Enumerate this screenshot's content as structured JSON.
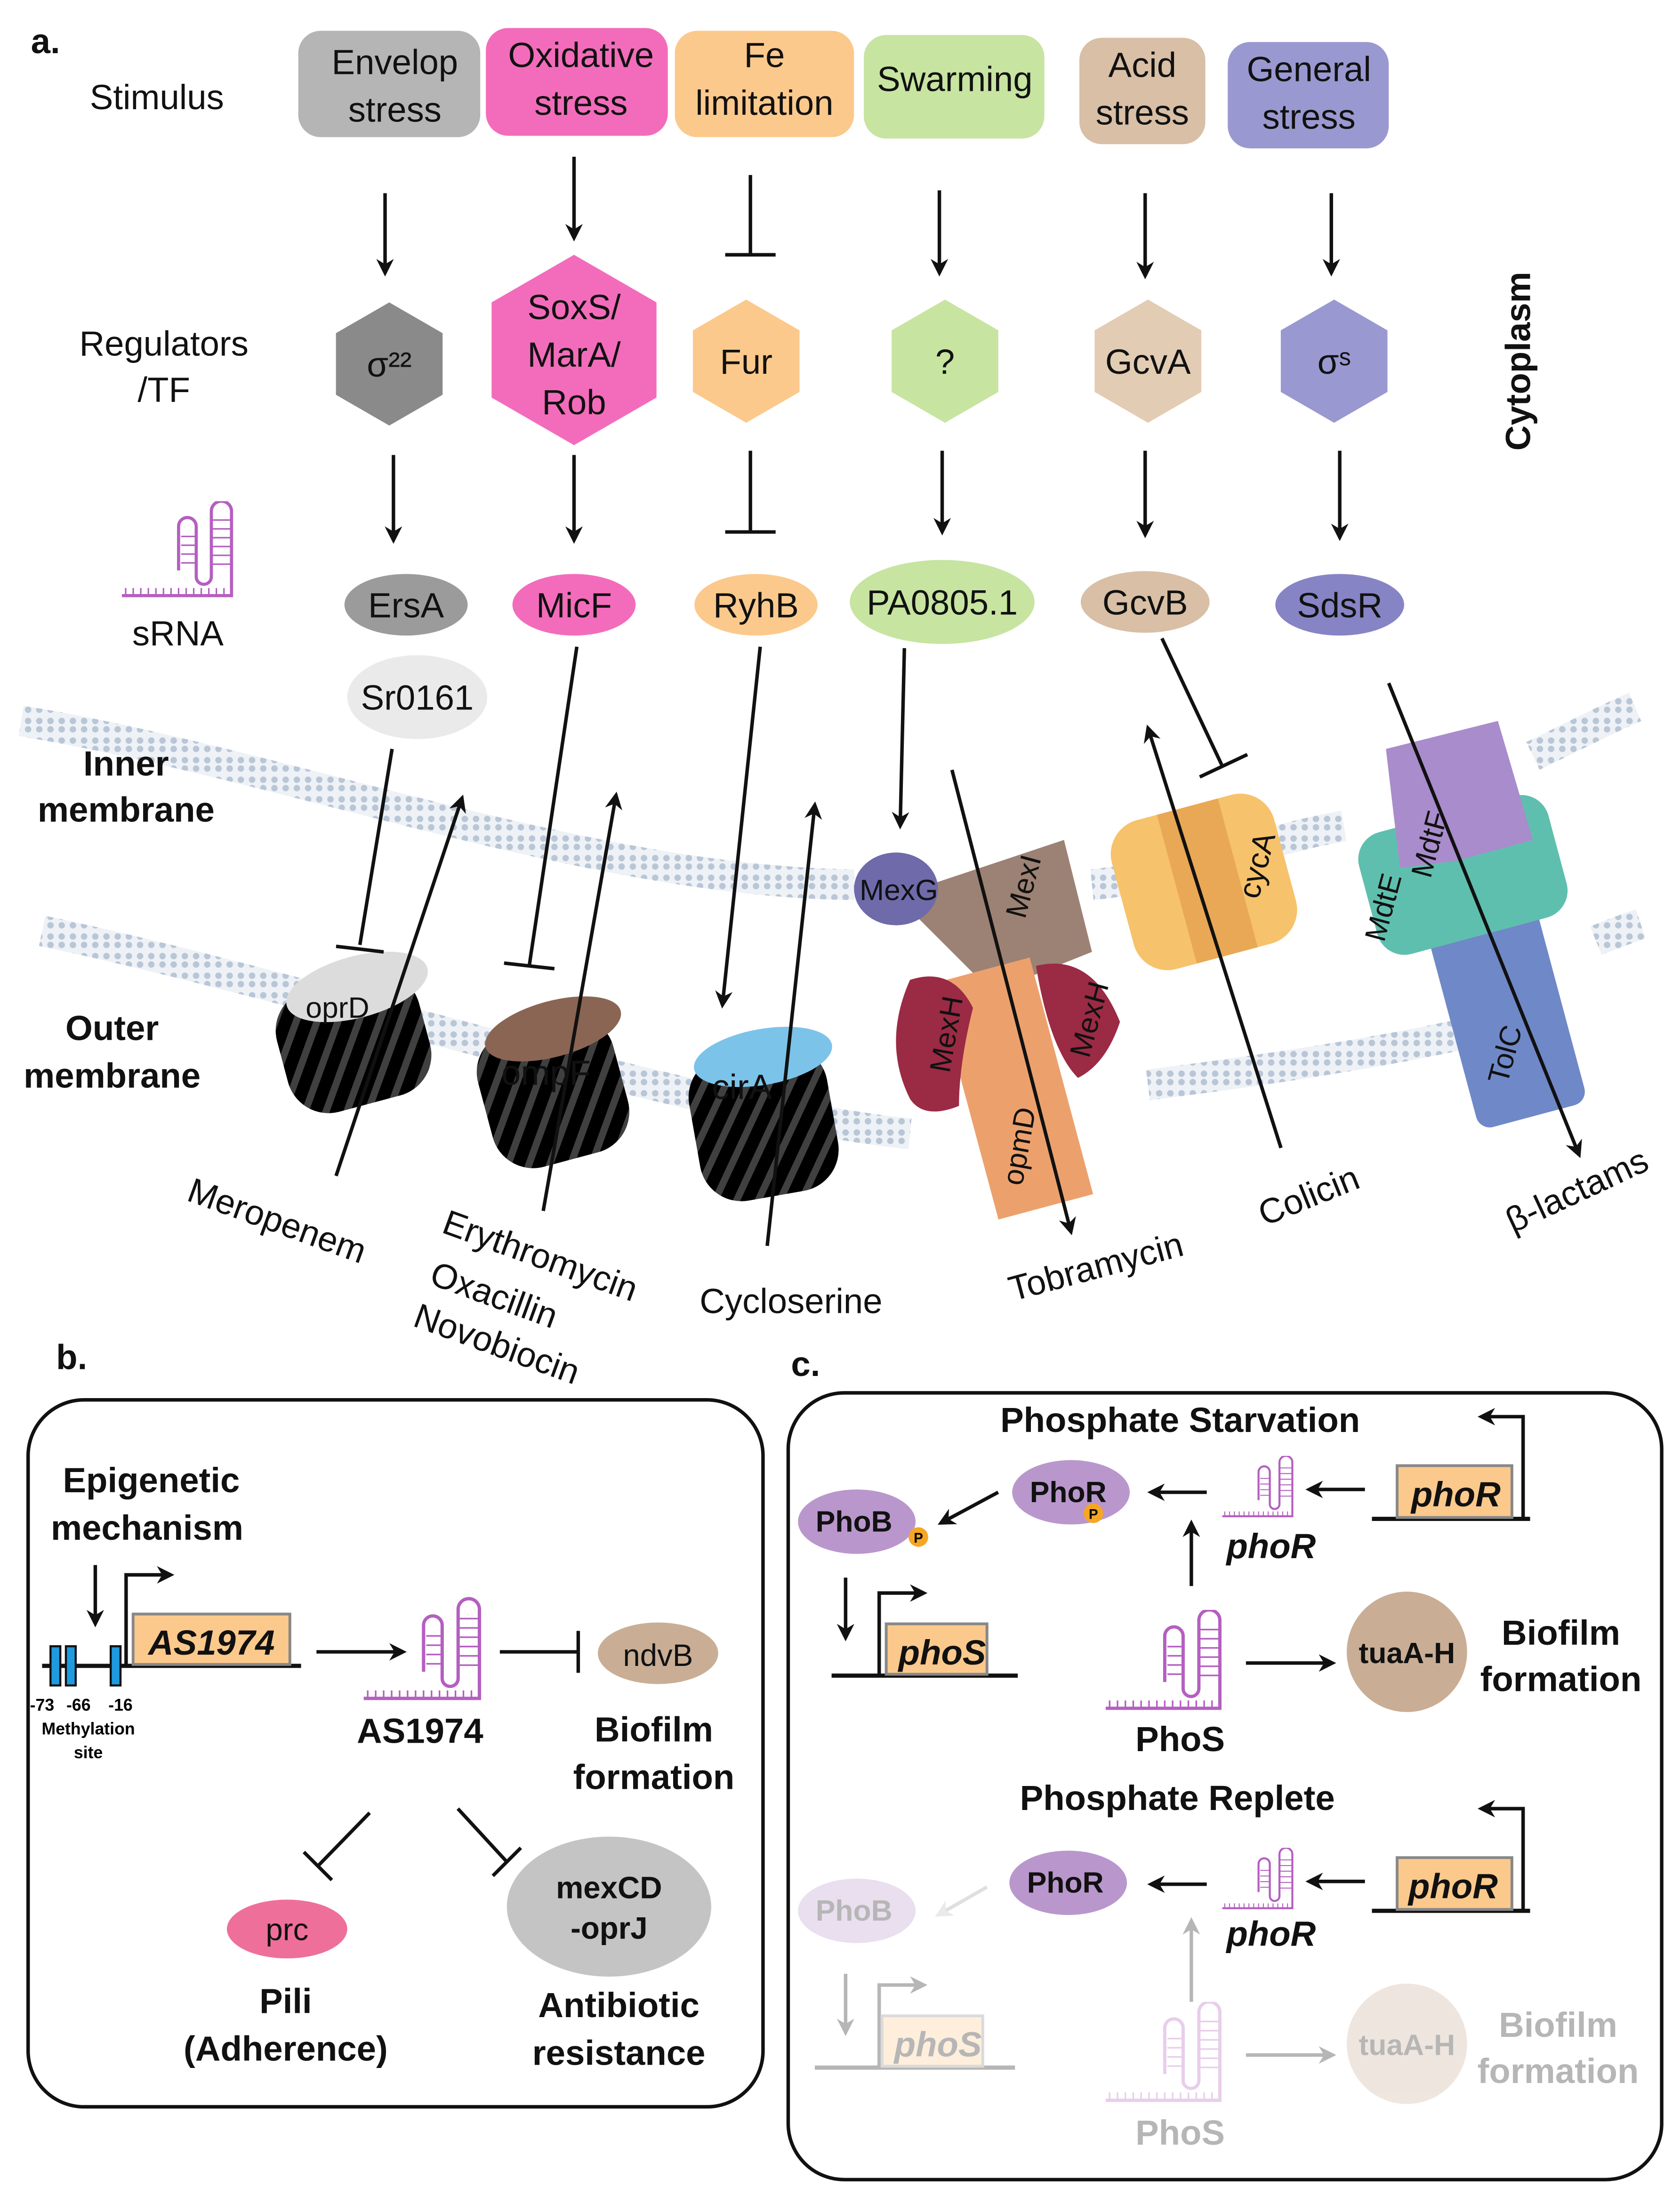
{
  "panel_a": {
    "label": "a.",
    "row_labels": {
      "stimulus": "Stimulus",
      "regulators_1": "Regulators",
      "regulators_2": "/TF",
      "srna": "sRNA",
      "inner_1": "Inner",
      "inner_2": "membrane",
      "outer_1": "Outer",
      "outer_2": "membrane",
      "cytoplasm": "Cytoplasm"
    },
    "stimuli": [
      {
        "l1": "Envelop",
        "l2": "stress",
        "color": "#b5b5b5"
      },
      {
        "l1": "Oxidative",
        "l2": "stress",
        "color": "#f36cbb"
      },
      {
        "l1": "Fe",
        "l2": "limitation",
        "color": "#fcc98c"
      },
      {
        "l1": "Swarming",
        "l2": "",
        "color": "#c7e4a1"
      },
      {
        "l1": "Acid",
        "l2": "stress",
        "color": "#d8bfa5"
      },
      {
        "l1": "General",
        "l2": "stress",
        "color": "#9a98d0"
      }
    ],
    "regulators": [
      {
        "l1": "σ²²",
        "l2": "",
        "l3": ""
      },
      {
        "l1": "SoxS/",
        "l2": "MarA/",
        "l3": "Rob"
      },
      {
        "l1": "Fur",
        "l2": "",
        "l3": ""
      },
      {
        "l1": "?",
        "l2": "",
        "l3": ""
      },
      {
        "l1": "GcvA",
        "l2": "",
        "l3": ""
      },
      {
        "l1": "σˢ",
        "l2": "",
        "l3": ""
      }
    ],
    "srnas": [
      "ErsA",
      "MicF",
      "RyhB",
      "PA0805.1",
      "GcvB",
      "SdsR",
      "Sr0161"
    ],
    "proteins": {
      "oprD": "oprD",
      "ompF": "ompF",
      "cirA": "cirA",
      "mexG": "MexG",
      "mexI": "MexI",
      "mexH1": "MexH",
      "mexH2": "MexH",
      "opmD": "opmD",
      "cycA": "cycA",
      "mdtE": "MdtE",
      "mdtF": "MdtF",
      "tolC": "TolC"
    },
    "drugs": {
      "meropenem": "Meropenem",
      "erythromycin": "Erythromycin",
      "oxacillin": "Oxacillin",
      "novobiocin": "Novobiocin",
      "cycloserine": "Cycloserine",
      "tobramycin": "Tobramycin",
      "colicin": "Colicin",
      "blactams": "β-lactams"
    }
  },
  "panel_b": {
    "label": "b.",
    "epigenetic_1": "Epigenetic",
    "epigenetic_2": "mechanism",
    "gene": "AS1974",
    "sites": [
      "-73",
      "-66",
      "-16"
    ],
    "methylation_1": "Methylation",
    "methylation_2": "site",
    "srna": "AS1974",
    "ndvB": "ndvB",
    "biofilm_1": "Biofilm",
    "biofilm_2": "formation",
    "prc": "prc",
    "pili_1": "Pili",
    "pili_2": "(Adherence)",
    "mex_1": "mexCD",
    "mex_2": "-oprJ",
    "abr_1": "Antibiotic",
    "abr_2": "resistance"
  },
  "panel_c": {
    "label": "c.",
    "starvation": {
      "title": "Phosphate Starvation",
      "phoR_gene": "phoR",
      "phoR_srna": "phoR",
      "PhoR": "PhoR",
      "PhoB": "PhoB",
      "P": "P",
      "phoS_gene": "phoS",
      "PhoS": "PhoS",
      "tuaAH": "tuaA-H",
      "biofilm_1": "Biofilm",
      "biofilm_2": "formation"
    },
    "replete": {
      "title": "Phosphate Replete",
      "phoR_gene": "phoR",
      "phoR_srna": "phoR",
      "PhoR": "PhoR",
      "PhoB": "PhoB",
      "phoS_gene": "phoS",
      "PhoS": "PhoS",
      "tuaAH": "tuaA-H",
      "biofilm_1": "Biofilm",
      "biofilm_2": "formation"
    }
  }
}
